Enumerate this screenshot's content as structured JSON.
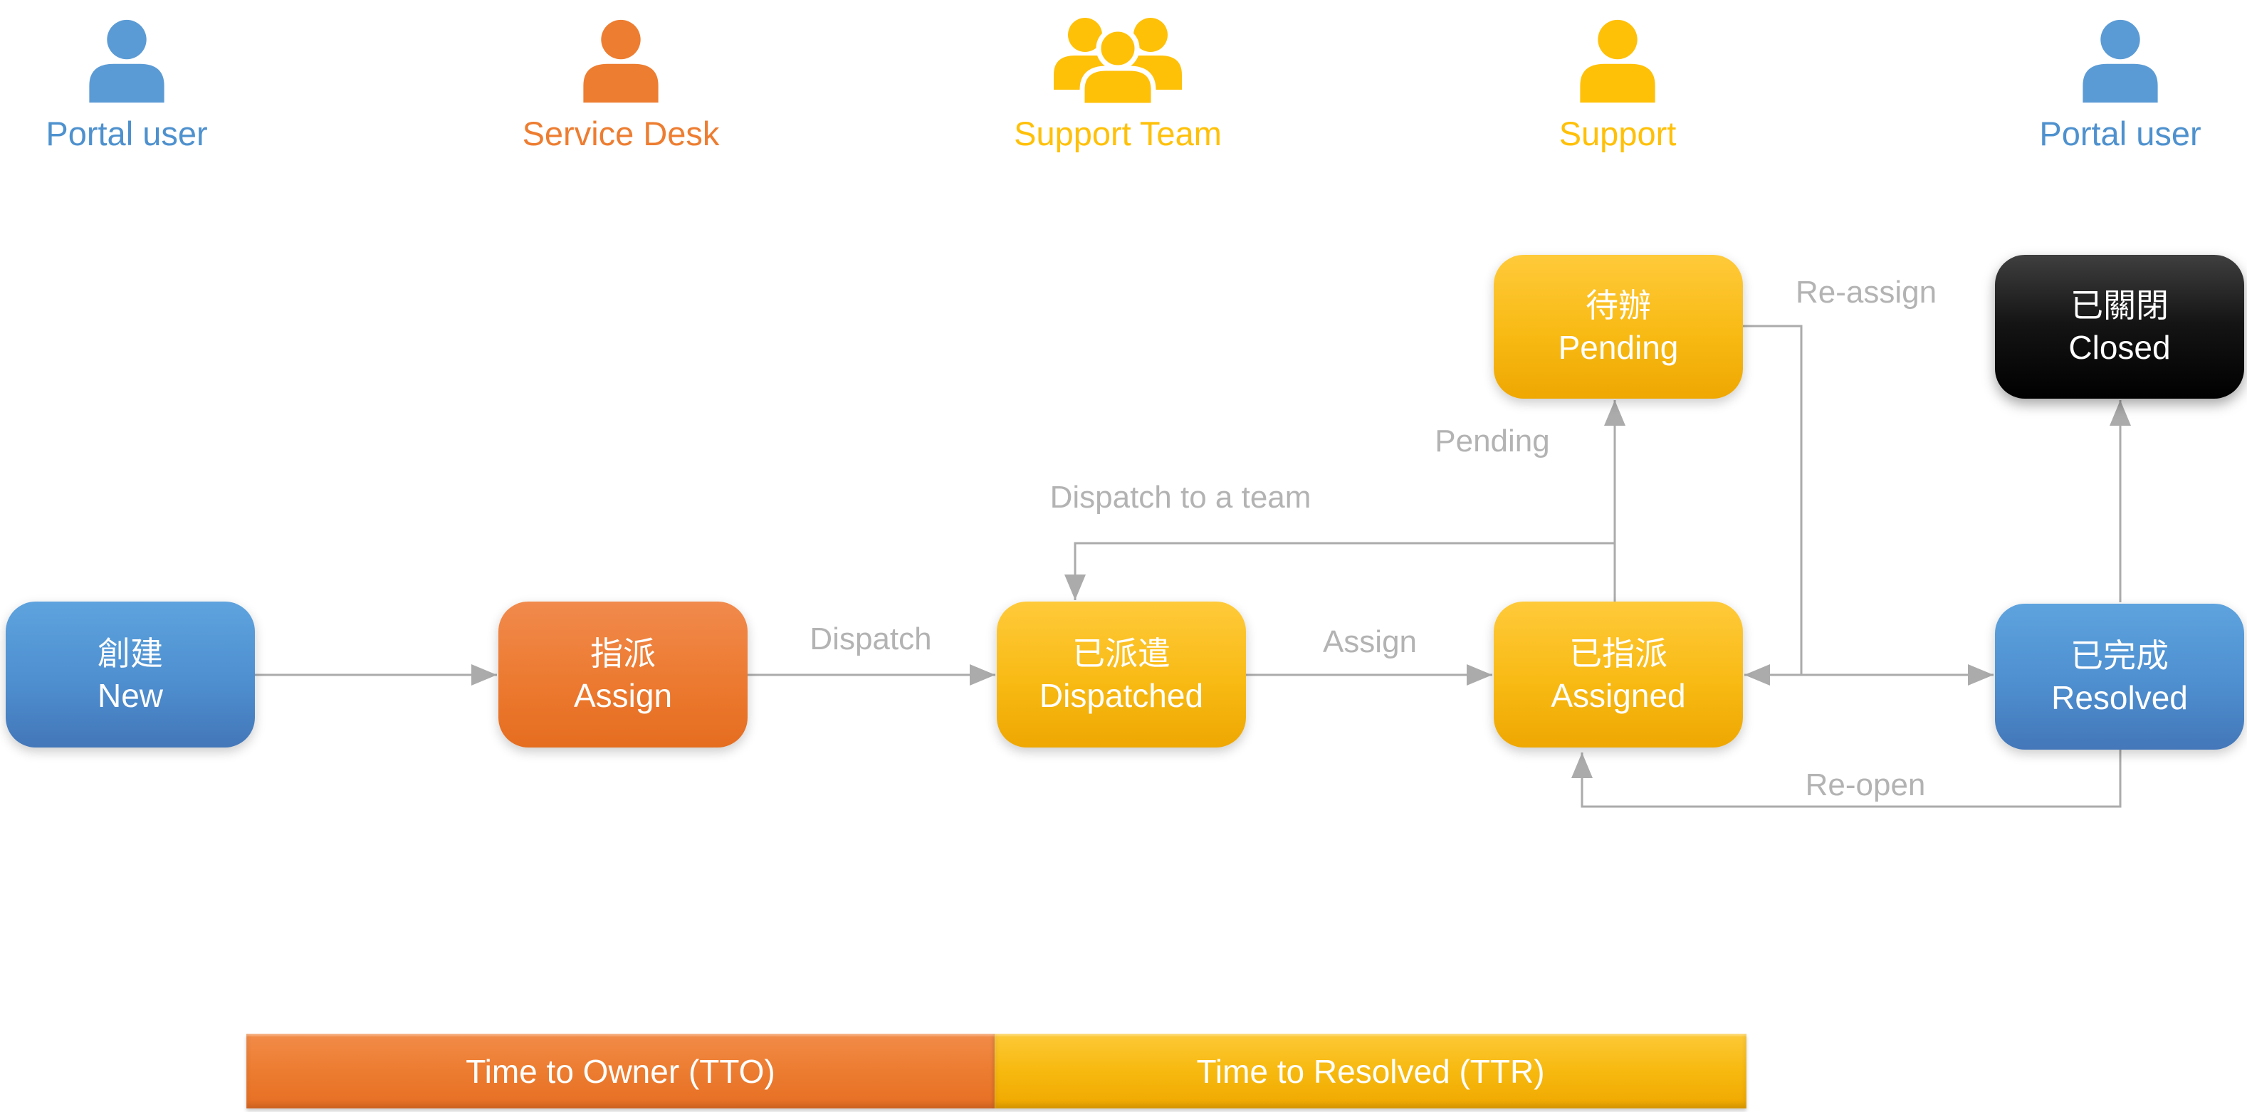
{
  "actors": [
    {
      "label": "Portal user",
      "icon": "person",
      "color": "#4e91ce"
    },
    {
      "label": "Service Desk",
      "icon": "person",
      "color": "#ed7d31"
    },
    {
      "label": "Support Team",
      "icon": "team",
      "color": "#ffc008"
    },
    {
      "label": "Support",
      "icon": "person",
      "color": "#ffc008"
    },
    {
      "label": "Portal user",
      "icon": "person",
      "color": "#4e91ce"
    }
  ],
  "states": [
    {
      "zh": "創建",
      "en": "New",
      "color_style": "blue"
    },
    {
      "zh": "指派",
      "en": "Assign",
      "color_style": "orange"
    },
    {
      "zh": "已派遣",
      "en": "Dispatched",
      "color_style": "yellow"
    },
    {
      "zh": "已指派",
      "en": "Assigned",
      "color_style": "yellow"
    },
    {
      "zh": "待辦",
      "en": "Pending",
      "color_style": "yellow"
    },
    {
      "zh": "已完成",
      "en": "Resolved",
      "color_style": "blue"
    },
    {
      "zh": "已關閉",
      "en": "Closed",
      "color_style": "black"
    }
  ],
  "transitions": [
    {
      "label": "Dispatch"
    },
    {
      "label": "Assign"
    },
    {
      "label": "Pending"
    },
    {
      "label": "Dispatch to a team"
    },
    {
      "label": "Re-assign"
    },
    {
      "label": "Re-open"
    }
  ],
  "timebars": [
    {
      "label": "Time to Owner (TTO)",
      "color": "#ec7c30"
    },
    {
      "label": "Time to Resolved (TTR)",
      "color": "#f7b90f"
    }
  ],
  "colors": {
    "blue_box": "#4e8fd0",
    "orange_box": "#ec7a30",
    "yellow_box": "#f8ba14",
    "black_box": "#000000",
    "connector_gray": "#ababab",
    "label_gray": "#b3b3b3"
  }
}
